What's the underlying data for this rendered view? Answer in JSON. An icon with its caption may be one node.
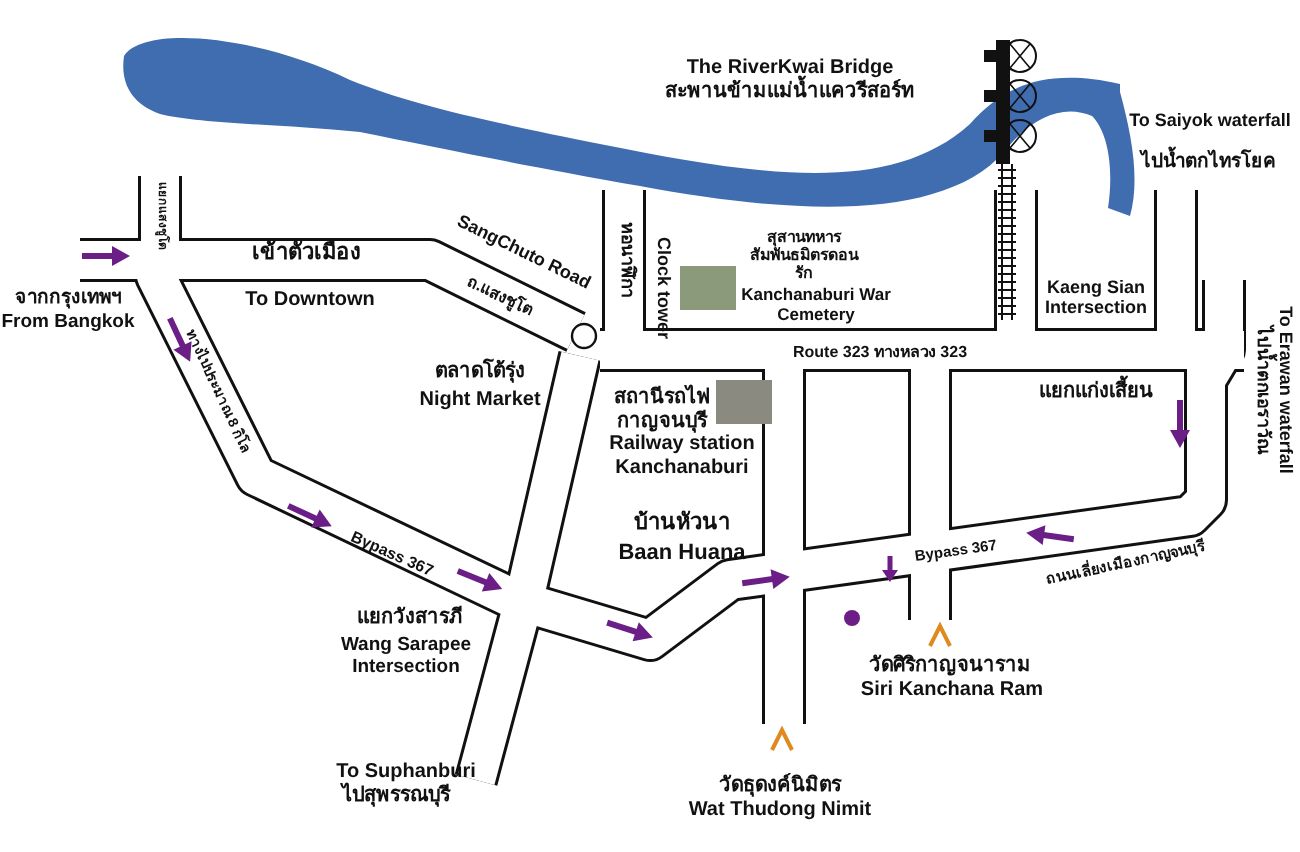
{
  "diagram": {
    "labels": [
      "The RiverKwai Bridge",
      "สะพานข้ามแม่น้ำแควรีสอร์ท",
      "To Saiyok waterfall",
      "ไปน้ำตกไทรโยค",
      "จากกรุงเทพฯ",
      "From Bangkok",
      "แยกแสงชูโต",
      "เข้าตัวเมือง",
      "To Downtown",
      "SangChuto Road",
      "ถ.แสงชูโต",
      "Clock tower",
      "หอนาฬิกา",
      "สุสานทหารสัมพันธมิตรดอนรัก",
      "Kanchanaburi War Cemetery",
      "Kaeng Sian Intersection",
      "To Erawan waterfall",
      "ไปน้ำตกเอราวัณ",
      "ตลาดโต้รุ่ง",
      "Night Market",
      "Route 323 ทางหลวง 323",
      "แยกแก่งเสี้ยน",
      "ทางไปประมาณ 8 กิโล",
      "สถานีรถไฟกาญจนบุรี",
      "Railway station Kanchanaburi",
      "บ้านหัวนา",
      "Baan Huana",
      "Bypass 367",
      "แยกวังสารภี",
      "Wang Sarapee Intersection",
      "Bypass 367",
      "ถนนเลี่ยงเมืองกาญจนบุรี",
      "วัดศิริกาญจนาราม",
      "Siri Kanchana Ram",
      "To Suphanburi",
      "ไปสุพรรณบุรี",
      "วัดธุดงค์นิมิตร",
      "Wat Thudong Nimit"
    ]
  }
}
